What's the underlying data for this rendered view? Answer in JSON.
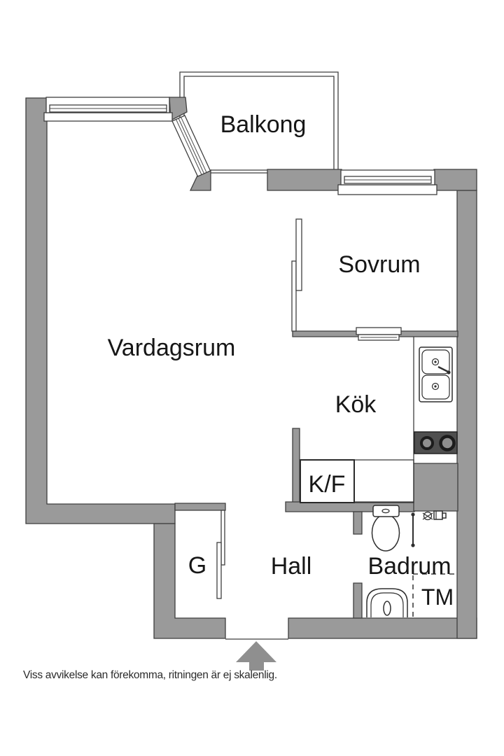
{
  "page": {
    "background": "#ffffff",
    "type": "floor-plan"
  },
  "colors": {
    "wall_fill": "#9a9a9a",
    "wall_outline": "#3f3f3f",
    "stove_fill": "#4f4f4f",
    "burner_ring": "#1c1c1c",
    "burner_center": "#8f8f8f",
    "arrow_fill": "#8f8f8f",
    "text": "#161616"
  },
  "rooms": {
    "balcony": {
      "label": "Balkong"
    },
    "bedroom": {
      "label": "Sovrum"
    },
    "living_room": {
      "label": "Vardagsrum"
    },
    "kitchen": {
      "label": "Kök"
    },
    "hall": {
      "label": "Hall"
    },
    "bathroom": {
      "label": "Badrum"
    }
  },
  "fixtures": {
    "fridge_freezer": {
      "label": "K/F"
    },
    "wardrobe": {
      "label": "G"
    },
    "washing_machine": {
      "label": "TM"
    }
  },
  "icons": [
    "kitchen-sink-icon",
    "stove-icon",
    "toilet-icon",
    "washbasin-icon",
    "faucet-icon",
    "entry-arrow-icon"
  ],
  "footer": {
    "disclaimer": "Viss avvikelse kan förekomma, ritningen är ej skalenlig."
  }
}
